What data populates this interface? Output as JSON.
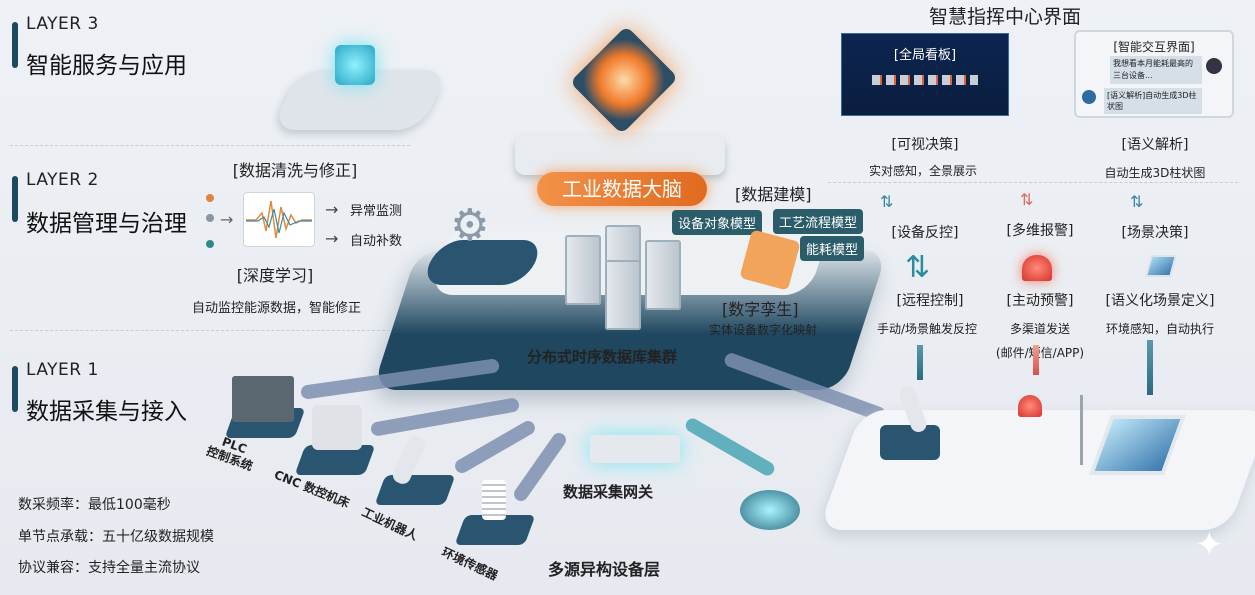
{
  "layers": [
    {
      "tag": "LAYER 3",
      "title": "智能服务与应用"
    },
    {
      "tag": "LAYER 2",
      "title": "数据管理与治理"
    },
    {
      "tag": "LAYER 1",
      "title": "数据采集与接入"
    }
  ],
  "layer2": {
    "cleaning": "[数据清洗与修正]",
    "outputs": [
      "异常监测",
      "自动补数"
    ],
    "deep_learning": "[深度学习]",
    "deep_learning_desc": "自动监控能源数据，智能修正"
  },
  "layer1_stats": [
    "数采频率：最低100毫秒",
    "单节点承载：五十亿级数据规模",
    "协议兼容：支持全量主流协议"
  ],
  "center": {
    "brain": "工业数据大脑",
    "modeling": "[数据建模]",
    "models": [
      "设备对象模型",
      "工艺流程模型",
      "能耗模型"
    ],
    "twin": "[数字孪生]",
    "twin_desc": "实体设备数字化映射",
    "db_cluster": "分布式时序数据库集群",
    "gateway": "数据采集网关",
    "device_layer": "多源异构设备层"
  },
  "devices": [
    "PLC\n控制系统",
    "CNC 数控机床",
    "工业机器人",
    "环境传感器"
  ],
  "command_center": {
    "title": "智慧指挥中心界面",
    "dashboard_label": "[全局看板]",
    "chat_label": "[智能交互界面]",
    "chat_user": "我想看本月能耗最高的三台设备...",
    "chat_bot": "[语义解析]自动生成3D柱状图",
    "visual": "[可视决策]",
    "visual_desc": "实对感知，全景展示",
    "semantic": "[语义解析]",
    "semantic_desc": "自动生成3D柱状图"
  },
  "services": [
    {
      "top": "[设备反控]",
      "bottom": "[远程控制]",
      "desc": "手动/场景触发反控",
      "desc2": ""
    },
    {
      "top": "[多维报警]",
      "bottom": "[主动预警]",
      "desc": "多渠道发送",
      "desc2": "(邮件/短信/APP)"
    },
    {
      "top": "[场景决策]",
      "bottom": "[语义化场景定义]",
      "desc": "环境感知，自动执行",
      "desc2": ""
    }
  ],
  "colors": {
    "accent": "#1e4a5e",
    "brain": "#f07a2a",
    "alarm": "#e0443a",
    "teal": "#2b6b80"
  }
}
